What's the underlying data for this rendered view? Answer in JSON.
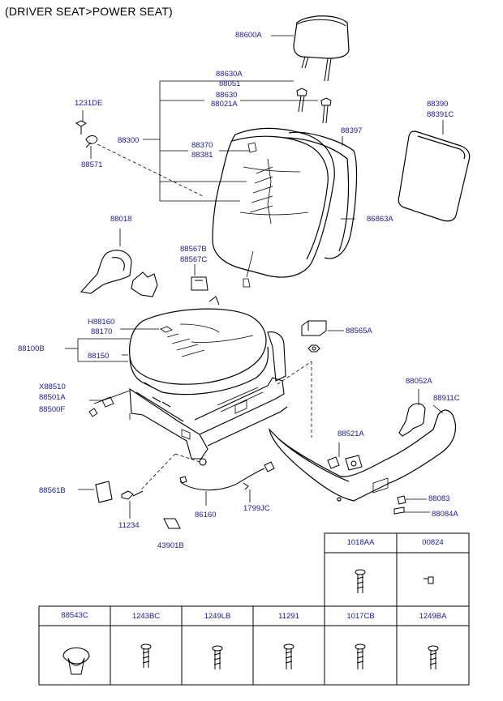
{
  "title": "(DRIVER SEAT>POWER SEAT)",
  "labels": {
    "p88600A": "88600A",
    "p88630A": "88630A",
    "p88051": "88051",
    "p88630": "88630",
    "p88021A": "88021A",
    "p1231DE": "1231DE",
    "p88300": "88300",
    "p88571": "88571",
    "p88370": "88370",
    "p88381": "88381",
    "p88397": "88397",
    "p88390": "88390",
    "p88391C": "88391C",
    "p86863A": "86863A",
    "p88018": "88018",
    "p88567B": "88567B",
    "p88567C": "88567C",
    "pH88160": "H88160",
    "p88170": "88170",
    "p88100B": "88100B",
    "p88150": "88150",
    "p88565A": "88565A",
    "pX88510": "X88510",
    "p88501A": "88501A",
    "p88500F": "88500F",
    "p88052A": "88052A",
    "p88911C": "88911C",
    "p88521A": "88521A",
    "p88561B": "88561B",
    "p11234": "11234",
    "p86160": "86160",
    "p1799JC": "1799JC",
    "p88083": "88083",
    "p88084A": "88084A",
    "p43901B": "43901B"
  },
  "fastener_table": {
    "top_row": [
      "1018AA",
      "00824"
    ],
    "bottom_row": [
      "88543C",
      "1243BC",
      "1249LB",
      "11291",
      "1017CB",
      "1249BA"
    ]
  },
  "colors": {
    "label": "#1a1a9a",
    "line": "#000000"
  }
}
